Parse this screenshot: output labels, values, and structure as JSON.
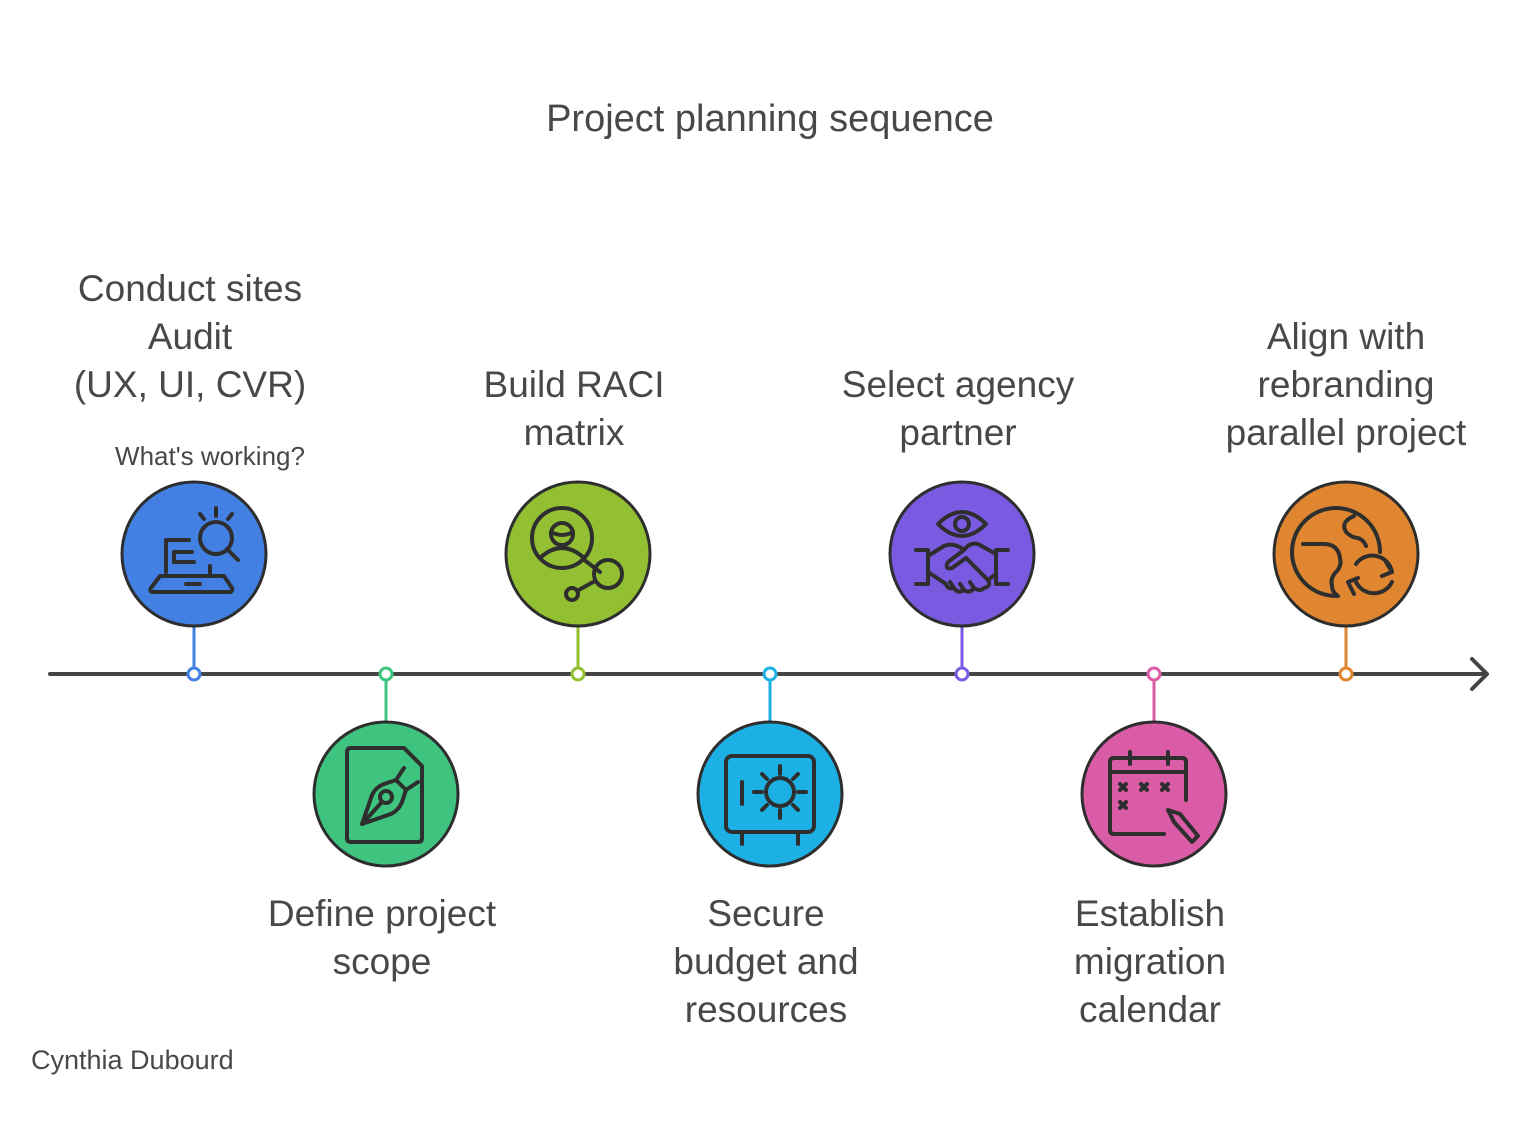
{
  "title": "Project planning sequence",
  "author": "Cynthia Dubourd",
  "steps": [
    {
      "label": "Conduct sites\nAudit\n(UX, UI, CVR)",
      "sublabel": "What's working?",
      "icon": "laptop-search-icon",
      "color": "#4281e3",
      "side": "top"
    },
    {
      "label": "Define project\nscope",
      "icon": "document-pen-icon",
      "color": "#3ec47f",
      "side": "bottom"
    },
    {
      "label": "Build RACI\nmatrix",
      "icon": "user-network-icon",
      "color": "#93c032",
      "side": "top"
    },
    {
      "label": "Secure\nbudget and\nresources",
      "icon": "safe-icon",
      "color": "#1cb0e5",
      "side": "bottom"
    },
    {
      "label": "Select agency\npartner",
      "icon": "handshake-eye-icon",
      "color": "#7a5ae0",
      "side": "top"
    },
    {
      "label": "Establish\nmigration\ncalendar",
      "icon": "calendar-pen-icon",
      "color": "#db5ca6",
      "side": "bottom"
    },
    {
      "label": "Align with\nrebranding\nparallel project",
      "icon": "globe-refresh-icon",
      "color": "#e08630",
      "side": "top"
    }
  ]
}
